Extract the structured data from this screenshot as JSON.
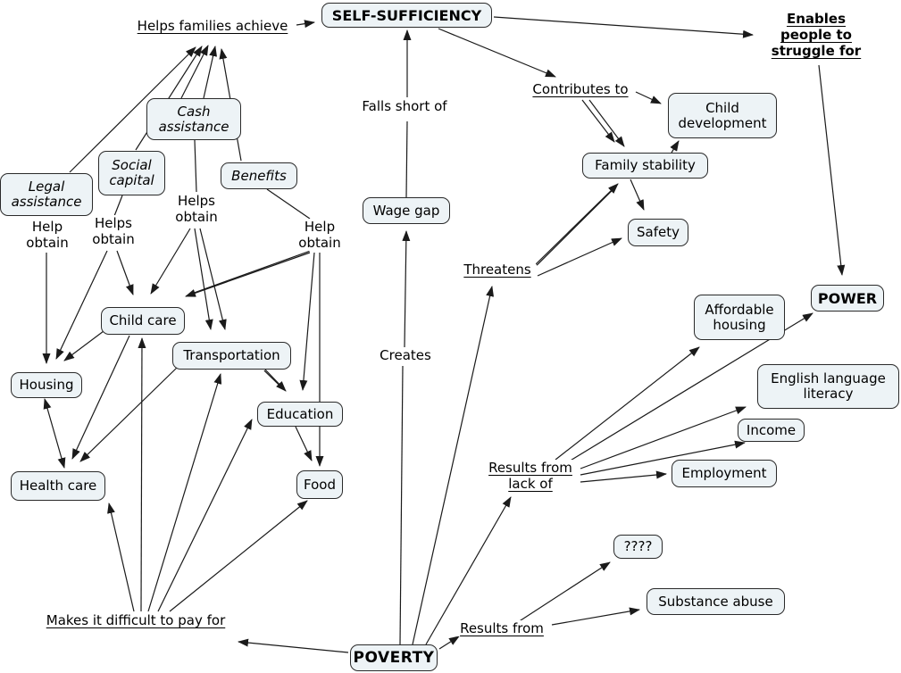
{
  "canvas": {
    "background_color": "#ffffff",
    "node_fill_color": "#edf3f6",
    "node_border_color": "#2a2a2a",
    "line_color": "#1a1a1a",
    "text_color": "#000000"
  },
  "nodes": [
    {
      "id": "self-sufficiency",
      "label": "SELF-SUFFICIENCY"
    },
    {
      "id": "cash-assistance",
      "label": "Cash assistance"
    },
    {
      "id": "social-capital",
      "label": "Social capital"
    },
    {
      "id": "legal-assistance",
      "label": "Legal assistance"
    },
    {
      "id": "benefits",
      "label": "Benefits"
    },
    {
      "id": "wage-gap",
      "label": "Wage gap"
    },
    {
      "id": "child-development",
      "label": "Child development"
    },
    {
      "id": "family-stability",
      "label": "Family stability"
    },
    {
      "id": "safety",
      "label": "Safety"
    },
    {
      "id": "power",
      "label": "POWER"
    },
    {
      "id": "affordable-housing",
      "label": "Affordable housing"
    },
    {
      "id": "english-language-literacy",
      "label": "English language literacy"
    },
    {
      "id": "income",
      "label": "Income"
    },
    {
      "id": "employment",
      "label": "Employment"
    },
    {
      "id": "unknown",
      "label": "????"
    },
    {
      "id": "substance-abuse",
      "label": "Substance abuse"
    },
    {
      "id": "child-care",
      "label": "Child care"
    },
    {
      "id": "transportation",
      "label": "Transportation"
    },
    {
      "id": "housing",
      "label": "Housing"
    },
    {
      "id": "education",
      "label": "Education"
    },
    {
      "id": "food",
      "label": "Food"
    },
    {
      "id": "health-care",
      "label": "Health care"
    },
    {
      "id": "poverty",
      "label": "POVERTY"
    }
  ],
  "link_labels": [
    {
      "id": "helps-families-achieve",
      "label": "Helps families achieve"
    },
    {
      "id": "enables-people-to-struggle-for",
      "label": "Enables people to struggle for"
    },
    {
      "id": "falls-short-of",
      "label": "Falls short of"
    },
    {
      "id": "contributes-to",
      "label": "Contributes to"
    },
    {
      "id": "threatens",
      "label": "Threatens"
    },
    {
      "id": "creates",
      "label": "Creates"
    },
    {
      "id": "help-obtain-legal",
      "label": "Help obtain"
    },
    {
      "id": "helps-obtain-social",
      "label": "Helps obtain"
    },
    {
      "id": "helps-obtain-cash",
      "label": "Helps obtain"
    },
    {
      "id": "help-obtain-benefits",
      "label": "Help obtain"
    },
    {
      "id": "results-from-lack-of",
      "label": "Results from lack of"
    },
    {
      "id": "results-from",
      "label": "Results from"
    },
    {
      "id": "makes-it-difficult-to-pay-for",
      "label": "Makes it difficult to pay for"
    }
  ]
}
